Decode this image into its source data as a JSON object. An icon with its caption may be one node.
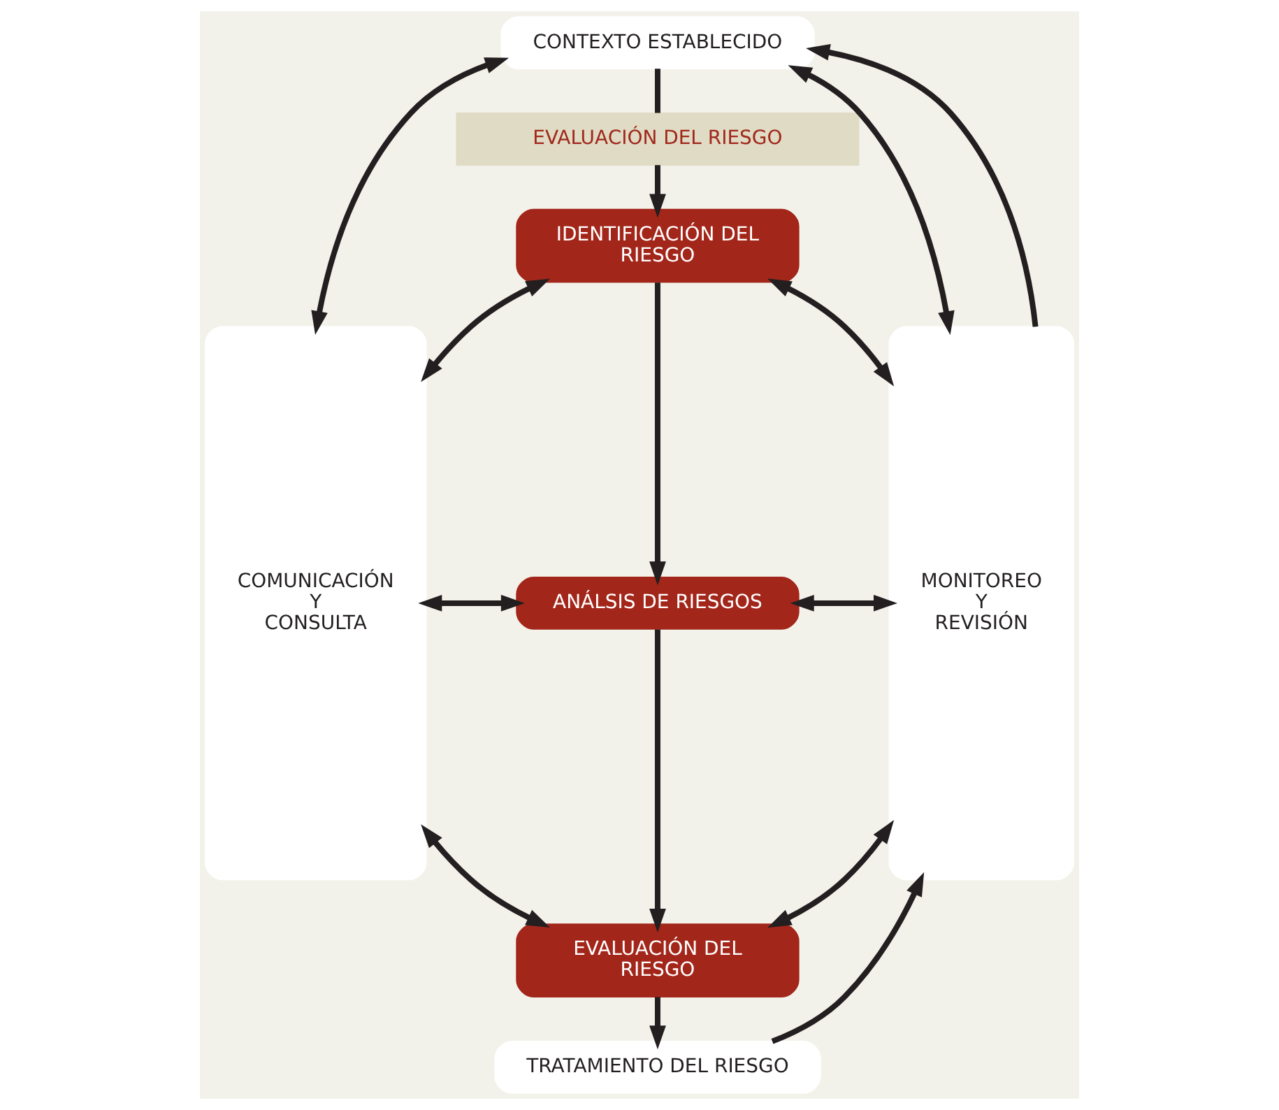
{
  "diagram": {
    "nodes": [
      {
        "text": [
          "COMUNICACIÓN Y CONSULTA"
        ]
      },
      {
        "text": [
          "CONTEXTO ESTABLECIDO"
        ]
      },
      {
        "text": [
          "EVALUACIÓN DEL RIESGO"
        ]
      },
      {
        "text": [
          "IDENTIFICACIÓN DEL RIESGO"
        ]
      },
      {
        "text": [
          "ANÁLSIS DE RIESGOS"
        ]
      },
      {
        "text": [
          "EVALUACIÓN DEL RIESGO"
        ]
      },
      {
        "text": [
          "TRATAMIENTO DEL RIESGO"
        ]
      },
      {
        "text": [
          "MONITOREO Y REVISIÓN"
        ]
      }
    ],
    "edges": [
      {
        "from": 7,
        "to": 1,
        "arrow": "to"
      },
      {
        "from": 0,
        "to": 1,
        "arrow": "both"
      },
      {
        "from": 1,
        "to": 7,
        "arrow": "both"
      },
      {
        "from": 1,
        "to": 2,
        "arrow": "none"
      },
      {
        "from": 2,
        "to": 3,
        "arrow": "to"
      },
      {
        "from": 0,
        "to": 3,
        "arrow": "both"
      },
      {
        "from": 3,
        "to": 7,
        "arrow": "both"
      },
      {
        "from": 3,
        "to": 4,
        "arrow": "to"
      },
      {
        "from": 0,
        "to": 4,
        "arrow": "both"
      },
      {
        "from": 4,
        "to": 7,
        "arrow": "both"
      },
      {
        "from": 4,
        "to": 5,
        "arrow": "to"
      },
      {
        "from": 0,
        "to": 5,
        "arrow": "both"
      },
      {
        "from": 5,
        "to": 7,
        "arrow": "both"
      },
      {
        "from": 5,
        "to": 6,
        "arrow": "to"
      },
      {
        "from": 6,
        "to": 7,
        "arrow": "to"
      }
    ]
  }
}
